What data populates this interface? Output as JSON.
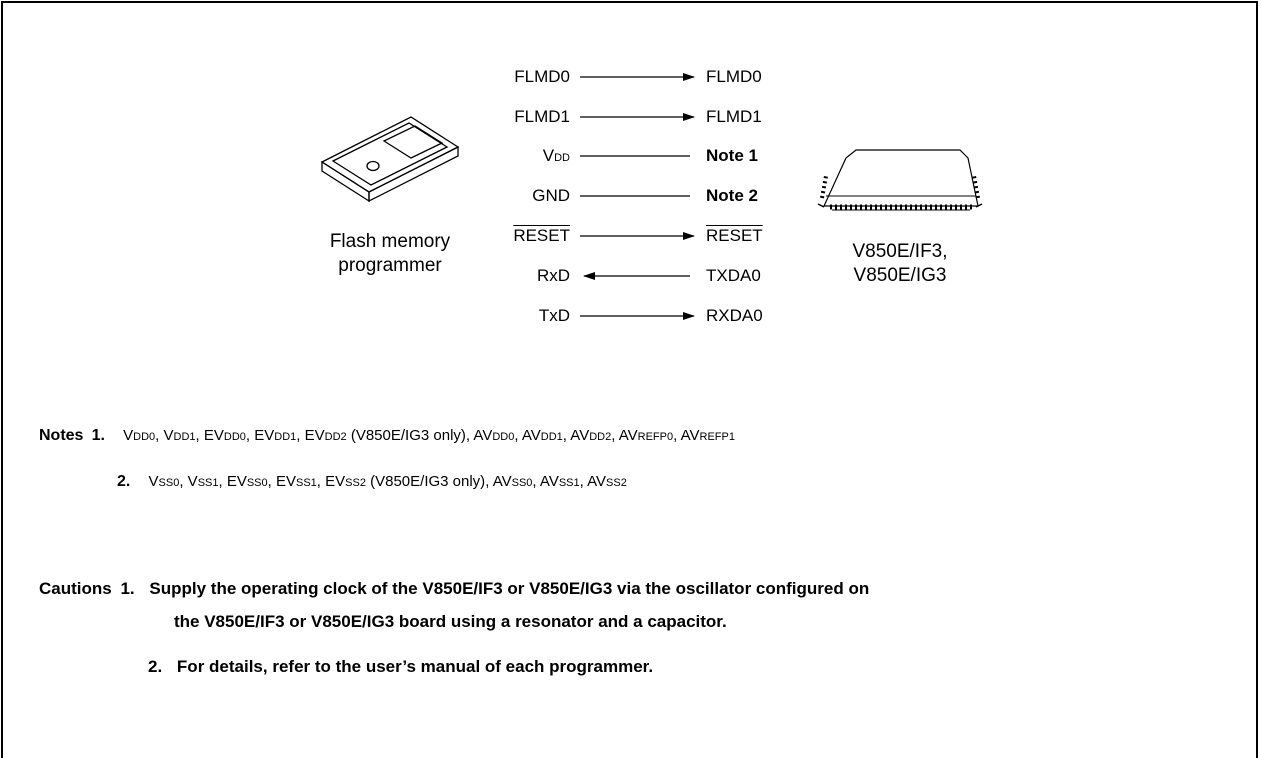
{
  "programmer": {
    "caption_line1": "Flash memory",
    "caption_line2": "programmer"
  },
  "device": {
    "caption_line1": "V850E/IF3,",
    "caption_line2": "V850E/IG3"
  },
  "connections": [
    {
      "left": "FLMD0",
      "right": "FLMD0",
      "direction": "right"
    },
    {
      "left": "FLMD1",
      "right": "FLMD1",
      "direction": "right"
    },
    {
      "left_main": "V",
      "left_sub": "DD",
      "right": "Note 1",
      "direction": "none"
    },
    {
      "left": "GND",
      "right": "Note 2",
      "direction": "none"
    },
    {
      "left": "RESET",
      "right": "RESET",
      "direction": "right"
    },
    {
      "left": "RxD",
      "right": "TXDA0",
      "direction": "left"
    },
    {
      "left": "TxD",
      "right": "RXDA0",
      "direction": "right"
    }
  ],
  "notes": {
    "label": "Notes",
    "n1": {
      "num": "1.",
      "items": [
        {
          "m": "V",
          "s": "DD0"
        },
        {
          "m": "V",
          "s": "DD1"
        },
        {
          "m": "EV",
          "s": "DD0"
        },
        {
          "m": "EV",
          "s": "DD1"
        },
        {
          "m": "EV",
          "s": "DD2",
          "suffix": " (V850E/IG3 only)"
        },
        {
          "m": "AV",
          "s": "DD0"
        },
        {
          "m": "AV",
          "s": "DD1"
        },
        {
          "m": "AV",
          "s": "DD2"
        },
        {
          "m": "AV",
          "s": "REFP0"
        },
        {
          "m": "AV",
          "s": "REFP1"
        }
      ]
    },
    "n2": {
      "num": "2.",
      "items": [
        {
          "m": "V",
          "s": "SS0"
        },
        {
          "m": "V",
          "s": "SS1"
        },
        {
          "m": "EV",
          "s": "SS0"
        },
        {
          "m": "EV",
          "s": "SS1"
        },
        {
          "m": "EV",
          "s": "SS2",
          "suffix": " (V850E/IG3 only)"
        },
        {
          "m": "AV",
          "s": "SS0"
        },
        {
          "m": "AV",
          "s": "SS1"
        },
        {
          "m": "AV",
          "s": "SS2"
        }
      ]
    }
  },
  "cautions": {
    "label": "Cautions",
    "c1_num": "1.",
    "c1_line1": "Supply the operating clock of the V850E/IF3 or V850E/IG3 via the oscillator configured on",
    "c1_line2": "the V850E/IF3 or V850E/IG3 board using a resonator and a capacitor.",
    "c2_num": "2.",
    "c2_text": "For details, refer to the user’s manual of each programmer."
  }
}
